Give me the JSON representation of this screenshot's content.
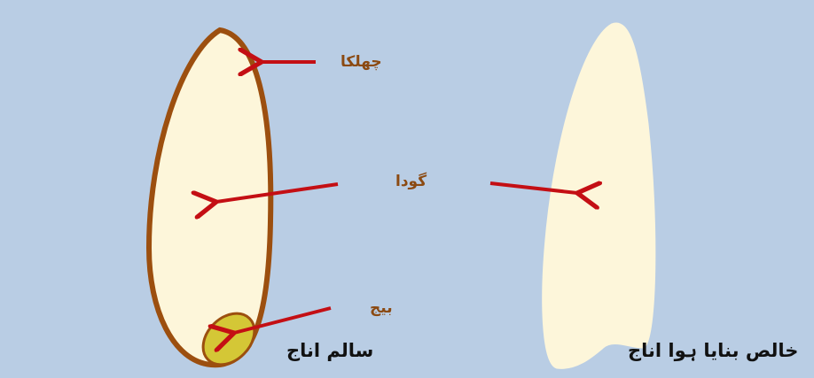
{
  "labels": {
    "husk": "چھلکا",
    "endosperm": "گودا",
    "germ": "بیج"
  },
  "captions": {
    "whole_grain": "سالم اناج",
    "refined_grain": "خالص بنایا ہوا اناج"
  },
  "colors": {
    "background": "#b9cde4",
    "husk": "#9c4f0f",
    "endosperm": "#fdf6da",
    "germ": "#d4c736",
    "arrow": "#c40f14",
    "label_text": "#8b4a12"
  }
}
